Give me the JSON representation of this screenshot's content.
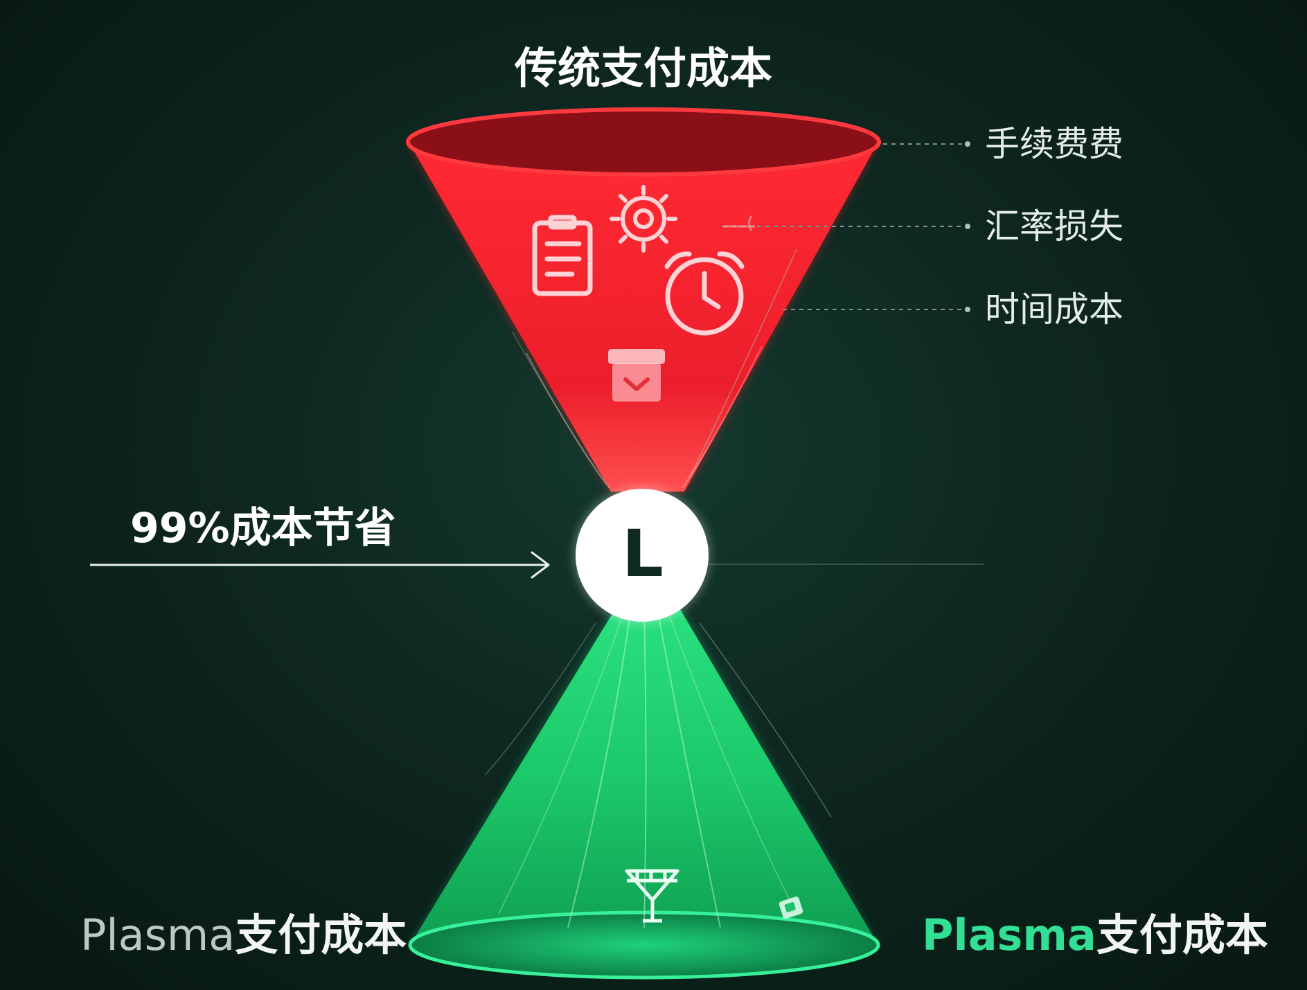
{
  "title_top": "传统支付成本",
  "cost_items": [
    {
      "label": "手续费费"
    },
    {
      "label": "汇率损失"
    },
    {
      "label": "时间成本"
    }
  ],
  "center_logo": {
    "letter": "L"
  },
  "savings_label": "99%成本节省",
  "bottom_left_label": {
    "latin": "Plasma",
    "cjk": "支付成本"
  },
  "bottom_right_label": {
    "latin": "Plasma",
    "cjk": "支付成本"
  },
  "icons": {
    "top": [
      "document-icon",
      "gear-icon",
      "alarm-clock-icon",
      "box-icon"
    ],
    "bottom": [
      "filter-funnel-icon",
      "coin-icon"
    ]
  },
  "colors": {
    "background": "#0c1e19",
    "traditional_cost": "#f0232f",
    "plasma_cost": "#1fc06a",
    "plasma_text": "#33df94",
    "logo_bg": "#ffffff",
    "logo_text": "#0f2a22"
  }
}
